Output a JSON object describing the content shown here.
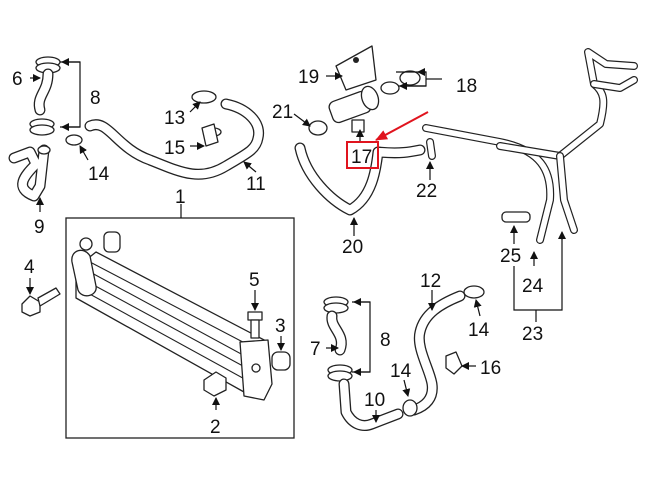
{
  "callouts": {
    "n1": "1",
    "n2": "2",
    "n3": "3",
    "n4": "4",
    "n5": "5",
    "n6": "6",
    "n7": "7",
    "n8a": "8",
    "n8b": "8",
    "n9": "9",
    "n10": "10",
    "n11": "11",
    "n12": "12",
    "n13": "13",
    "n14a": "14",
    "n14b": "14",
    "n14c": "14",
    "n15": "15",
    "n16": "16",
    "n17": "17",
    "n18": "18",
    "n19": "19",
    "n20": "20",
    "n21": "21",
    "n22": "22",
    "n23": "23",
    "n24": "24",
    "n25": "25"
  },
  "highlight": {
    "part": "17",
    "color": "#e0141e"
  }
}
